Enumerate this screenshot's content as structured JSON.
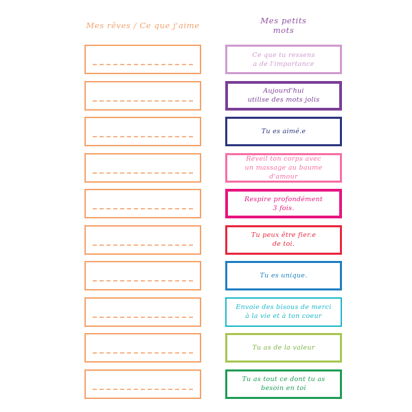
{
  "page": {
    "title": "Mes rêves / Ce que j'aime — Mes petits mots",
    "background": "#ffffff"
  },
  "headers": {
    "left": {
      "label": "Mes rêves / Ce que j'aime",
      "color": "#f2a371"
    },
    "right": {
      "line1": "Mes petits",
      "line2": "mots",
      "color": "#8e4fa0"
    }
  },
  "left_column": {
    "box_color": "#f4a26a",
    "dash_color": "#f6b489",
    "count": 10,
    "boxes": [
      {
        "placeholder": ""
      },
      {
        "placeholder": ""
      },
      {
        "placeholder": ""
      },
      {
        "placeholder": ""
      },
      {
        "placeholder": ""
      },
      {
        "placeholder": ""
      },
      {
        "placeholder": ""
      },
      {
        "placeholder": ""
      },
      {
        "placeholder": ""
      },
      {
        "placeholder": ""
      }
    ]
  },
  "right_column": {
    "cards": [
      {
        "line1": "Ce que tu ressens",
        "line2": "a de l'importance",
        "border_color": "#cf9bcf",
        "text_color": "#cf9bcf",
        "border_width": "3px"
      },
      {
        "line1": "Aujourd'hui",
        "line2": "utilise des mots jolis",
        "border_color": "#7b3f98",
        "text_color": "#7b3f98",
        "border_width": "4px"
      },
      {
        "line1": "Tu es aimé.e",
        "line2": "",
        "border_color": "#2b357e",
        "text_color": "#2b357e",
        "border_width": "3px"
      },
      {
        "line1": "Réveil ton corps avec",
        "line2": "un massage au baume d'amour",
        "border_color": "#f76fa5",
        "text_color": "#f76fa5",
        "border_width": "3px"
      },
      {
        "line1": "Respire profondément",
        "line2": "3 fois.",
        "border_color": "#e8147f",
        "text_color": "#e8147f",
        "border_width": "4px"
      },
      {
        "line1": "Tu peux être fier.e",
        "line2": "de toi.",
        "border_color": "#e8283c",
        "text_color": "#e8283c",
        "border_width": "3px"
      },
      {
        "line1": "Tu es unique.",
        "line2": "",
        "border_color": "#1f7fc4",
        "text_color": "#1f7fc4",
        "border_width": "3px"
      },
      {
        "line1": "Envoie des bisous de merci",
        "line2": "à la vie et à ton coeur",
        "border_color": "#1bb8c8",
        "text_color": "#1bb8c8",
        "border_width": "2px"
      },
      {
        "line1": "Tu as de la valeur",
        "line2": "",
        "border_color": "#a8c64f",
        "text_color": "#7cb342",
        "border_width": "3px"
      },
      {
        "line1": "Tu as tout ce dont tu as",
        "line2": "besoin en toi",
        "border_color": "#1f9d55",
        "text_color": "#1f9d55",
        "border_width": "3px"
      }
    ]
  }
}
